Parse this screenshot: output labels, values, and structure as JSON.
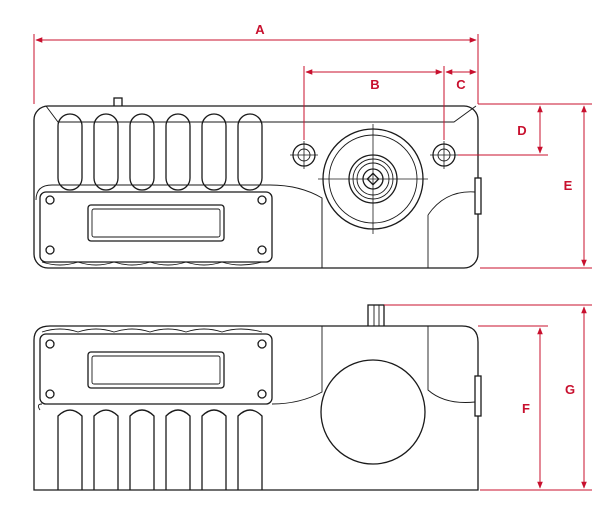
{
  "colors": {
    "line": "#1a1a1a",
    "dimension": "#c8102e",
    "background": "#ffffff"
  },
  "dimensions": {
    "a": "A",
    "b": "B",
    "c": "C",
    "d": "D",
    "e": "E",
    "f": "F",
    "g": "G"
  }
}
